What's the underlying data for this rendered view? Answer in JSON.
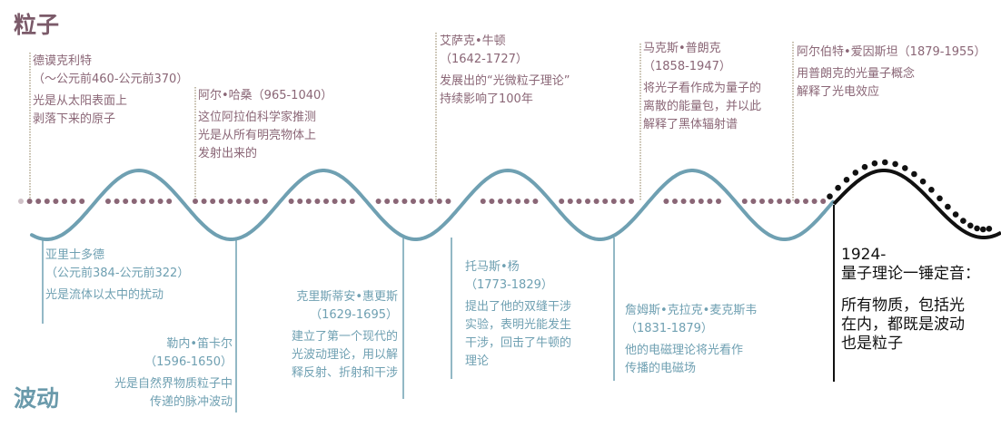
{
  "titles": {
    "particle": "粒子",
    "wave": "波动"
  },
  "colors": {
    "particle": "#8a6676",
    "wave": "#6fa0b2",
    "final": "#111111"
  },
  "particle_events": [
    {
      "name": "德谟克利特",
      "years": "（～公元前460-公元前370）",
      "desc": [
        "光是从太阳表面上",
        "剥落下来的原子"
      ]
    },
    {
      "name": "阿尔•哈桑（965-1040）",
      "desc": [
        "这位阿拉伯科学家推测",
        "光是从所有明亮物体上",
        "发射出来的"
      ]
    },
    {
      "name": "艾萨克•牛顿",
      "years": "（1642-1727）",
      "desc": [
        "发展出的“光微粒子理论”",
        "持续影响了100年"
      ]
    },
    {
      "name": "马克斯•普朗克",
      "years": "（1858-1947）",
      "desc": [
        "将光子看作成为量子的",
        "离散的能量包，并以此",
        "解释了黑体辐射谱"
      ]
    },
    {
      "name": "阿尔伯特•爱因斯坦（1879-1955）",
      "desc": [
        "用普朗克的光量子概念",
        "解释了光电效应"
      ]
    }
  ],
  "wave_events": [
    {
      "name": "亚里士多德",
      "years": "（公元前384-公元前322）",
      "desc": [
        "光是流体以太中的扰动"
      ]
    },
    {
      "name": "勒内•笛卡尔",
      "years": "（1596-1650）",
      "desc": [
        "光是自然界物质粒子中",
        "传递的脉冲波动"
      ]
    },
    {
      "name": "克里斯蒂安•惠更斯",
      "years": "（1629-1695）",
      "desc": [
        "建立了第一个现代的",
        "光波动理论，用以解",
        "释反射、折射和干涉"
      ]
    },
    {
      "name": "托马斯•杨",
      "years": "（1773-1829）",
      "desc": [
        "提出了他的双缝干涉",
        "实验，表明光能发生",
        "干涉，回击了牛顿的",
        "理论"
      ]
    },
    {
      "name": "詹姆斯•克拉克•麦克斯韦",
      "years": "（1831-1879）",
      "desc": [
        "他的电磁理论将光看作",
        "传播的电磁场"
      ]
    }
  ],
  "conclusion": {
    "year": "1924-",
    "headline": "量子理论一锤定音：",
    "desc": [
      "所有物质，包括光",
      "在内，都既是波动",
      "也是粒子"
    ]
  }
}
